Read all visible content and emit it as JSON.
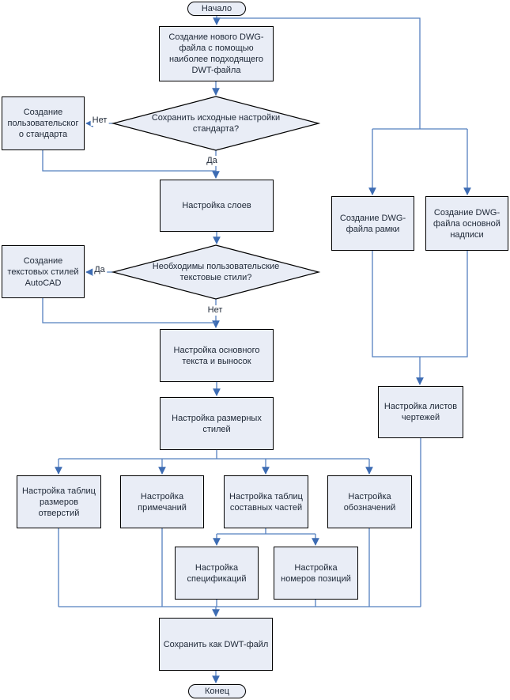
{
  "diagram": {
    "type": "flowchart",
    "language": "ru",
    "colors": {
      "connector_line": "#5580bf",
      "arrowhead": "#3d6cb3",
      "node_fill": "#e9edf6",
      "node_border": "#000000",
      "text": "#1d2736",
      "background": "#ffffff"
    },
    "nodes": {
      "start": "Начало",
      "create_dwg": "Создание нового DWG-файла с помощью наиболее подходящего DWT-файла",
      "decision_save_settings": "Сохранить исходные настройки стандарта?",
      "create_user_standard": "Создание пользовательского стандарта",
      "setup_layers": "Настройка слоев",
      "create_dwg_frame": "Создание DWG-файла рамки",
      "create_dwg_title_block": "Создание DWG-файла основной надписи",
      "decision_text_styles": "Необходимы пользовательские текстовые стили?",
      "create_text_styles": "Создание текстовых стилей AutoCAD",
      "setup_main_text": "Настройка основного текста и выносок",
      "setup_dim_styles": "Настройка размерных стилей",
      "setup_sheets": "Настройка листов чертежей",
      "setup_hole_tables": "Настройка таблиц размеров отверстий",
      "setup_notes": "Настройка примечаний",
      "setup_parts_tables": "Настройка таблиц составных частей",
      "setup_symbols": "Настройка обозначений",
      "setup_specifications": "Настройка спецификаций",
      "setup_item_numbers": "Настройка номеров позиций",
      "save_as_dwt": "Сохранить как DWT-файл",
      "end": "Конец"
    },
    "edge_labels": {
      "decision1_no": "Нет",
      "decision1_yes": "Да",
      "decision2_yes": "Да",
      "decision2_no": "Нет"
    }
  }
}
